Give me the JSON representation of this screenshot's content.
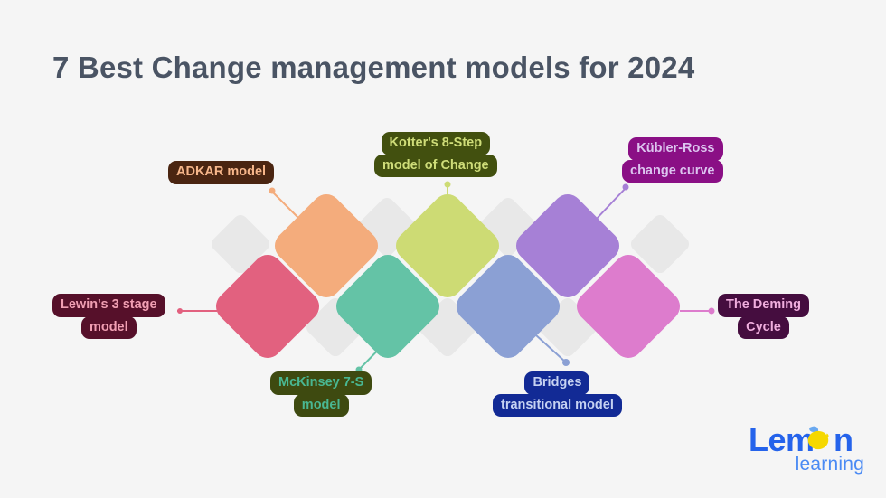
{
  "background_color": "#f5f5f5",
  "header": {
    "title": "7 Best Change management models for 2024",
    "title_color": "#4a5464"
  },
  "chart_data": {
    "type": "diagram",
    "title": "7 Best Change management models for 2024",
    "shape": "rotated rounded squares (diamonds) arranged in two interlocking rows",
    "count": 7,
    "items": [
      {
        "index": 1,
        "name": "Lewin's 3 stage model",
        "label_lines": [
          "Lewin's 3 stage",
          "model"
        ],
        "diamond_color": "#e2617f",
        "label_bg": "#56102a",
        "label_fg": "#f19fb3",
        "connector_color": "#e2617f",
        "label_side": "left"
      },
      {
        "index": 2,
        "name": "ADKAR model",
        "label_lines": [
          "ADKAR model"
        ],
        "diamond_color": "#f4ac7c",
        "label_bg": "#4a2511",
        "label_fg": "#f6b68a",
        "connector_color": "#f4ac7c",
        "label_side": "top"
      },
      {
        "index": 3,
        "name": "McKinsey 7-S model",
        "label_lines": [
          "McKinsey 7-S",
          "model"
        ],
        "diamond_color": "#64c3a6",
        "label_bg": "#3e4a10",
        "label_fg": "#49b792",
        "connector_color": "#64c3a6",
        "label_side": "bottom"
      },
      {
        "index": 4,
        "name": "Kotter's 8-Step model of Change",
        "label_lines": [
          "Kotter's 8-Step",
          "model of Change"
        ],
        "diamond_color": "#cddb74",
        "label_bg": "#42500f",
        "label_fg": "#cfdd79",
        "connector_color": "#cddb74",
        "label_side": "top"
      },
      {
        "index": 5,
        "name": "Bridges transitional model",
        "label_lines": [
          "Bridges",
          "transitional model"
        ],
        "diamond_color": "#8ba0d4",
        "label_bg": "#122a95",
        "label_fg": "#c6d2f2",
        "connector_color": "#8ba0d4",
        "label_side": "bottom"
      },
      {
        "index": 6,
        "name": "Kübler-Ross change curve",
        "label_lines": [
          "Kübler-Ross",
          "change curve"
        ],
        "diamond_color": "#a680d6",
        "label_bg": "#8a0f85",
        "label_fg": "#dcc4ef",
        "connector_color": "#a680d6",
        "label_side": "top"
      },
      {
        "index": 7,
        "name": "The Deming Cycle",
        "label_lines": [
          "The Deming",
          "Cycle"
        ],
        "diamond_color": "#dd7ccd",
        "label_bg": "#450d3f",
        "label_fg": "#f0aede",
        "connector_color": "#dd7ccd",
        "label_side": "right"
      }
    ],
    "decorative_diamond_color": "#e8e8e8"
  },
  "labels": {
    "lewin": {
      "line1": "Lewin's 3 stage",
      "line2": "model"
    },
    "adkar": {
      "line1": "ADKAR model"
    },
    "mckinsey": {
      "line1": "McKinsey 7-S",
      "line2": "model"
    },
    "kotter": {
      "line1": "Kotter's 8-Step",
      "line2": "model of Change"
    },
    "bridges": {
      "line1": "Bridges",
      "line2": "transitional model"
    },
    "kubler": {
      "line1": "Kübler-Ross",
      "line2": "change curve"
    },
    "deming": {
      "line1": "The Deming",
      "line2": "Cycle"
    }
  },
  "logo": {
    "word": "Lemon",
    "word_part1": "Lem",
    "word_part2": "n",
    "sub": "learning",
    "brand_color": "#2563eb",
    "sub_color": "#4a8af4",
    "lemon_color": "#f5d800",
    "leaf_color": "#6aa9f0"
  }
}
